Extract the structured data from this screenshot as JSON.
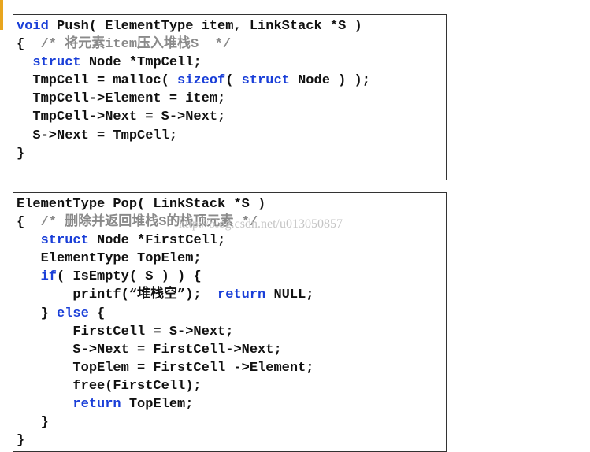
{
  "colors": {
    "keyword": "#1a3fd8",
    "comment": "#8a8a8a",
    "text": "#111111",
    "accent_bar": "#e8a51e",
    "border": "#333333"
  },
  "push": {
    "lines": [
      [
        {
          "t": "void",
          "k": "kw"
        },
        {
          "t": " Push( ElementType item, LinkStack *S )"
        }
      ],
      [
        {
          "t": "{  "
        },
        {
          "t": "/* 将元素item压入堆栈S  */",
          "k": "cm"
        }
      ],
      [
        {
          "t": "  "
        },
        {
          "t": "struct",
          "k": "kw"
        },
        {
          "t": " Node *TmpCell;"
        }
      ],
      [
        {
          "t": "  TmpCell = malloc( "
        },
        {
          "t": "sizeof",
          "k": "kw"
        },
        {
          "t": "( "
        },
        {
          "t": "struct",
          "k": "kw"
        },
        {
          "t": " Node ) );"
        }
      ],
      [
        {
          "t": "  TmpCell->Element = item;"
        }
      ],
      [
        {
          "t": "  TmpCell->Next = S->Next;"
        }
      ],
      [
        {
          "t": "  S->Next = TmpCell;"
        }
      ],
      [
        {
          "t": "}"
        }
      ]
    ]
  },
  "pop": {
    "lines": [
      [
        {
          "t": "ElementType Pop( LinkStack *S )"
        }
      ],
      [
        {
          "t": "{  "
        },
        {
          "t": "/* 删除并返回堆栈S的栈顶元素 */",
          "k": "cm"
        }
      ],
      [
        {
          "t": "   "
        },
        {
          "t": "struct",
          "k": "kw"
        },
        {
          "t": " Node *FirstCell;"
        }
      ],
      [
        {
          "t": "   ElementType TopElem;"
        }
      ],
      [
        {
          "t": "   "
        },
        {
          "t": "if",
          "k": "kw"
        },
        {
          "t": "( IsEmpty( S ) ) {"
        }
      ],
      [
        {
          "t": "       printf(“堆栈空”);  "
        },
        {
          "t": "return",
          "k": "kw"
        },
        {
          "t": " NULL;"
        }
      ],
      [
        {
          "t": "   } "
        },
        {
          "t": "else",
          "k": "kw"
        },
        {
          "t": " {"
        }
      ],
      [
        {
          "t": "       FirstCell = S->Next;"
        }
      ],
      [
        {
          "t": "       S->Next = FirstCell->Next;"
        }
      ],
      [
        {
          "t": "       TopElem = FirstCell ->Element;"
        }
      ],
      [
        {
          "t": "       free(FirstCell);"
        }
      ],
      [
        {
          "t": "       "
        },
        {
          "t": "return",
          "k": "kw"
        },
        {
          "t": " TopElem;"
        }
      ],
      [
        {
          "t": "   }"
        }
      ],
      [
        {
          "t": "}"
        }
      ]
    ]
  },
  "watermark": "http://blog.csdn.net/u013050857"
}
